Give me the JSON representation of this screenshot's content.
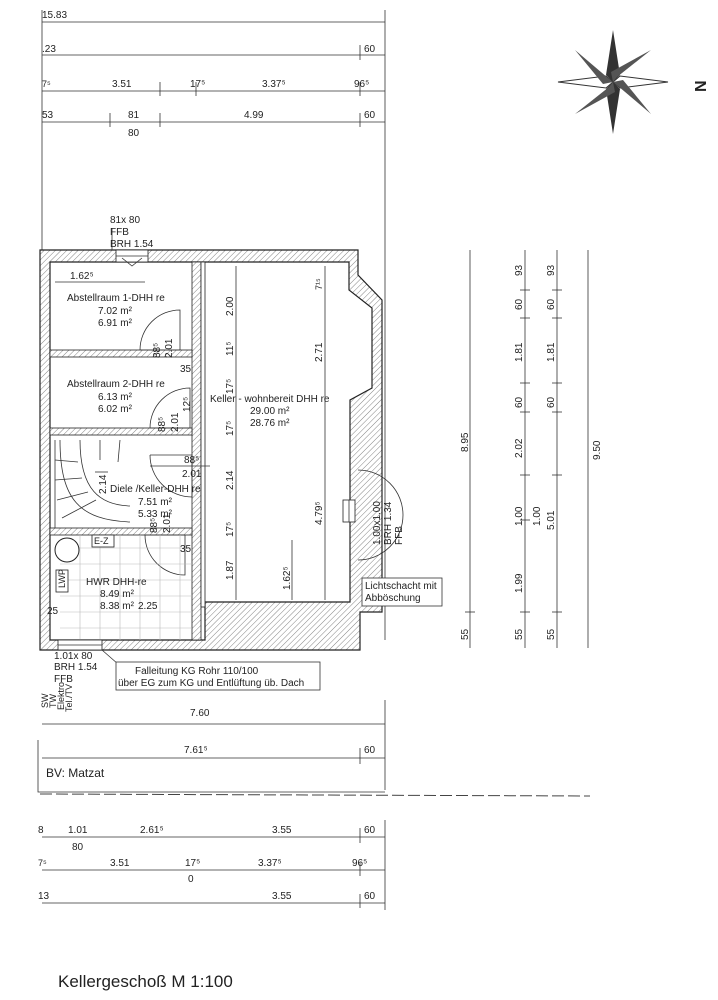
{
  "title": "Kellergeschoß M 1:100",
  "client": "BV: Matzat",
  "north_label": "N",
  "top_dims": {
    "row1": [
      "15.83"
    ],
    "row2": [
      ".23",
      "60"
    ],
    "row3": [
      "7⁵",
      "3.51",
      "17⁵",
      "3.37⁵",
      "96⁵"
    ],
    "row4": [
      "53",
      "81",
      "80",
      "4.99",
      "60"
    ]
  },
  "bottom_dims": {
    "row1": [
      "7.60"
    ],
    "row2": [
      "7.61⁵",
      "60"
    ],
    "row3": [
      "8",
      "1.01",
      "80",
      "2.61⁵",
      "3.55",
      "60"
    ],
    "row4": [
      "7⁵",
      "3.51",
      "17⁵",
      "0",
      "3.37⁵",
      "96⁵"
    ],
    "row5": [
      "13",
      "3.55",
      "60"
    ]
  },
  "right_dims": {
    "col1": [
      "8.95",
      "55"
    ],
    "col2": [
      "93",
      "60",
      "1.81",
      "60",
      "2.02",
      "1.00",
      "1.99",
      "55"
    ],
    "col3": [
      "93",
      "60",
      "1.81",
      "60",
      "1.00",
      "5.01",
      "55"
    ],
    "col4": [
      "9.50"
    ]
  },
  "window_top": {
    "size": "81x 80",
    "ffb": "FFB",
    "brh": "BRH 1.54"
  },
  "rooms": [
    {
      "name": "Abstellraum 1-DHH re",
      "a1": "7.02 m²",
      "a2": "6.91 m²"
    },
    {
      "name": "Abstellraum 2-DHH re",
      "a1": "6.13 m²",
      "a2": "6.02 m²"
    },
    {
      "name": "Keller - wohnbereit DHH re",
      "a1": "29.00 m²",
      "a2": "28.76 m²"
    },
    {
      "name": "Diele /Keller-DHH re",
      "a1": "7.51 m²",
      "a2": "5.33 m²"
    },
    {
      "name": "HWR DHH-re",
      "a1": "8.49 m²",
      "a2": "8.38 m²"
    }
  ],
  "inner_dims": [
    "1.62⁵",
    "88⁵",
    "2.01",
    "35",
    "12⁵",
    "88⁵",
    "2.01",
    "88⁵",
    "2.01",
    "2.14",
    "88⁵",
    "2.01",
    "35",
    "2.25",
    "25",
    "2.00",
    "11⁵",
    "17⁵",
    "17⁵",
    "2.14",
    "17⁵",
    "1.87",
    "7¹⁵",
    "2.71",
    "4.79⁵",
    "1.62⁵"
  ],
  "labels": {
    "ez": "E-Z",
    "lwp": "LWP"
  },
  "window_right": {
    "size": "1.00x1.00",
    "brh": "BRH 1.34",
    "ffb": "FFB"
  },
  "lightwell": {
    "line1": "Lichtschacht mit",
    "line2": "Abböschung"
  },
  "window_bottom": {
    "size": "1.01x 80",
    "brh": "BRH 1.54",
    "ffb": "FFB"
  },
  "note": {
    "line1": "Falleitung  KG Rohr 110/100",
    "line2": "über EG zum KG und Entlüftung üb. Dach"
  },
  "utilities": [
    "SW",
    "TW",
    "Elektro",
    "Tel./TV"
  ]
}
